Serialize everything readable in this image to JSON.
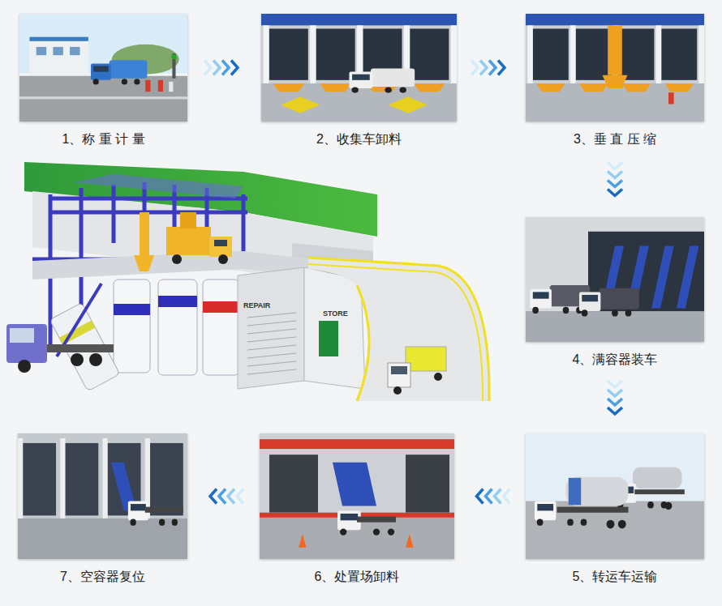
{
  "diagram": {
    "nodes": [
      {
        "text": [
          "1、称 重 计 量"
        ]
      },
      {
        "text": [
          "2、收集车卸料"
        ]
      },
      {
        "text": [
          "3、垂 直 压 缩"
        ]
      },
      {
        "text": [
          "4、满容器装车"
        ]
      },
      {
        "text": [
          "5、转运车运输"
        ]
      },
      {
        "text": [
          "6、处置场卸料"
        ]
      },
      {
        "text": [
          "7、空容器复位"
        ]
      }
    ],
    "edges": [
      {
        "from": 0,
        "to": 1,
        "arrow": "to"
      },
      {
        "from": 1,
        "to": 2,
        "arrow": "to"
      },
      {
        "from": 2,
        "to": 3,
        "arrow": "to"
      },
      {
        "from": 3,
        "to": 4,
        "arrow": "to"
      },
      {
        "from": 4,
        "to": 5,
        "arrow": "to"
      },
      {
        "from": 5,
        "to": 6,
        "arrow": "to"
      }
    ],
    "labels": [
      "REPAIR",
      "STORE"
    ]
  }
}
